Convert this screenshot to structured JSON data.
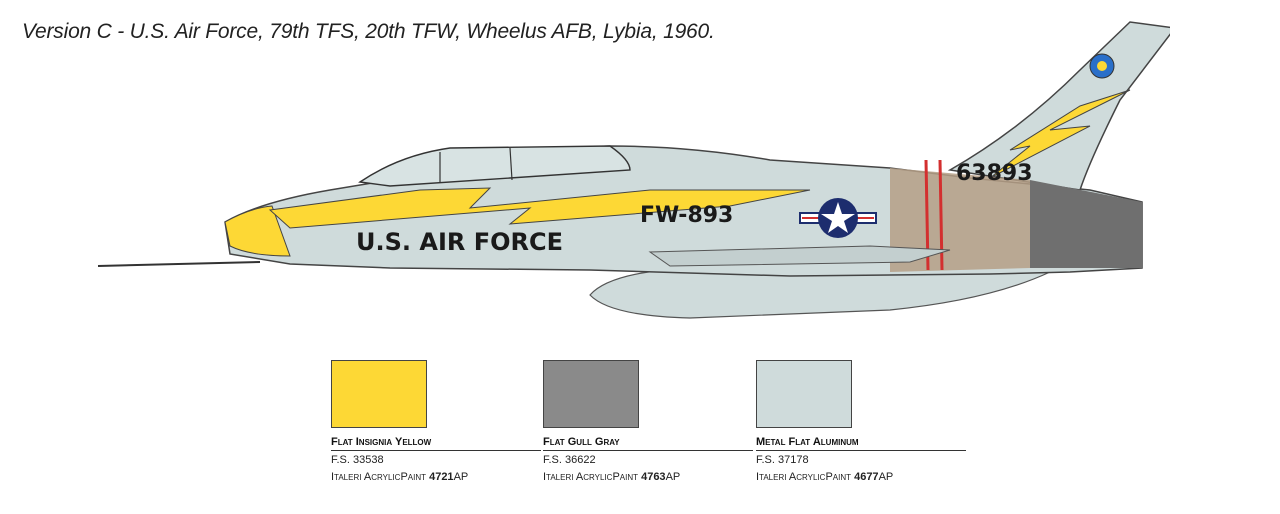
{
  "caption": "Version C - U.S. Air Force, 79th TFS, 20th TFW, Wheelus AFB, Lybia, 1960.",
  "aircraft": {
    "markings": {
      "fuselage": "U.S. AIR FORCE",
      "buzz": "FW-893",
      "tail": "63893"
    },
    "colors": {
      "yellow": "#fdd835",
      "aluminum": "#cfdbdb",
      "gull_gray": "#8a8a8a",
      "burnt_metal": "#b59f86",
      "dark_gray": "#6f6f6f",
      "insignia_blue": "#1d2d6e",
      "red": "#d32f2f"
    }
  },
  "swatches": [
    {
      "color": "#fdd835",
      "name": "Flat Insignia Yellow",
      "fs": "F.S. 33538",
      "paint_label": "Italeri AcrylicPaint",
      "code": "4721",
      "suffix": "AP"
    },
    {
      "color": "#8a8a8a",
      "name": "Flat Gull Gray",
      "fs": "F.S. 36622",
      "paint_label": "Italeri AcrylicPaint",
      "code": "4763",
      "suffix": "AP"
    },
    {
      "color": "#cfdbdb",
      "name": "Metal Flat Aluminum",
      "fs": "F.S. 37178",
      "paint_label": "Italeri AcrylicPaint",
      "code": "4677",
      "suffix": "AP"
    }
  ]
}
